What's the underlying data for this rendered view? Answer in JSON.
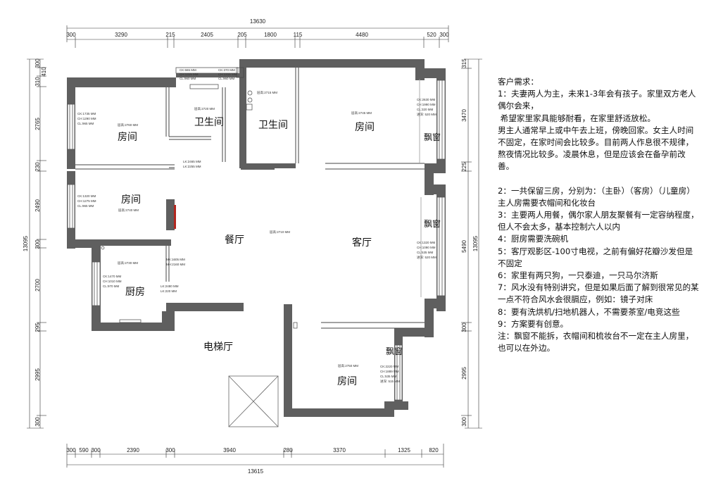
{
  "plan": {
    "top_total": "13630",
    "top_dims": [
      "300",
      "3290",
      "215",
      "2405",
      "205",
      "1800",
      "115",
      "4480",
      "520",
      "300"
    ],
    "bottom_total": "13615",
    "bottom_dims": [
      "300",
      "590",
      "300",
      "2390",
      "300",
      "3940",
      "280",
      "3370",
      "1325",
      "820"
    ],
    "left_total": "13095",
    "left_dims": [
      "300",
      "410",
      "310",
      "2765",
      "230",
      "2490",
      "300",
      "2700",
      "295",
      "2995",
      "300"
    ],
    "right_total": "13095",
    "right_dims": [
      "315",
      "3470",
      "225",
      "5490",
      "300",
      "2995",
      "300"
    ],
    "rooms": {
      "room_nw": "房间",
      "bath_1": "卫生间",
      "bath_2": "卫生间",
      "room_ne": "房间",
      "room_w": "房间",
      "dining": "餐厅",
      "living": "客厅",
      "kitchen": "厨房",
      "elevator": "电梯厅",
      "room_s": "房间",
      "bay_1": "飘窗",
      "bay_2": "飘窗",
      "bay_3": "飘窗"
    },
    "heights": {
      "h1": "层高:2760 MM",
      "h2": "层高:2720 MM",
      "h3": "层高:2715 MM",
      "h4": "层高:2745 MM",
      "h5": "层高:2740 MM",
      "h6": "层高:2710 MM",
      "h7": "层高:2730 MM",
      "h8": "层高:2750 MM"
    },
    "window_notes": {
      "w1": [
        "CK:1735 MM",
        "CH:1290 MM",
        "CL:965 MM"
      ],
      "w2": [
        "CK:1320 MM",
        "CH:1275 MM",
        "CL:965 MM"
      ],
      "w3": [
        "CK:665 MM",
        "CH:1315 MM",
        "CL:960 MM"
      ],
      "w4": [
        "CK:370 MM",
        "CH:1315 MM",
        "CL:960 MM"
      ],
      "w5": [
        "CK:2630 MM",
        "CH:1990 MM",
        "CL:320 MM",
        "进深: 520 MM"
      ],
      "w6": [
        "CK:1320 MM",
        "CH:1090 MM",
        "CL:535 MM",
        "进深: 520 MM"
      ],
      "w7": [
        "CK:1470 MM",
        "CH:1010 MM",
        "CL:970 MM"
      ],
      "w8": [
        "CK:2220 MM",
        "CH:1889 MM",
        "CL:535 MM",
        "进深: 515 MM"
      ],
      "b1": [
        "LK:2465 MM",
        "LK:2255 MM"
      ],
      "b2": [
        "MK:1605 MM",
        "MH:2160 MM"
      ],
      "b3": [
        "LK:2480 MM",
        "LK:220 MM"
      ]
    }
  },
  "notes": {
    "title": "客户需求：",
    "lines1": [
      "1：夫妻两人为主，未来1-3年会有孩子。家里双方老人偶尔会来，",
      " 希望家里家具能够耐看，在家里舒适放松。",
      "男主人通常早上或中午去上班，傍晚回家。女主人时间不固定，在家时间会比较多。目前两人作息很不规律，熬夜情况比较多。凌晨休息，但是应该会在备孕前改善。"
    ],
    "lines2": [
      "2：一共保留三房，分别为：（主卧）（客房）（儿童房）主人房需要衣帽间和化妆台",
      "3：主要两人用餐，偶尔家人朋友聚餐有一定容纳程度，但人不会太多，基本控制六人以内",
      "4：厨房需要洗碗机",
      "5：客厅观影区-100寸电视，之前有偏好花瓣沙发但是不固定",
      "6：家里有两只狗，一只泰迪，一只马尔济斯",
      "7：风水没有特别讲究，但是如果后面了解到很常见的某一点不符合风水会很膈应，例如：镜子对床",
      "8：要有洗烘机/扫地机器人，不需要茶室/电竞这些",
      "9：方案要有创意。",
      "注：飘窗不能拆，衣帽间和梳妆台不一定在主人房里，也可以在外边。"
    ]
  }
}
